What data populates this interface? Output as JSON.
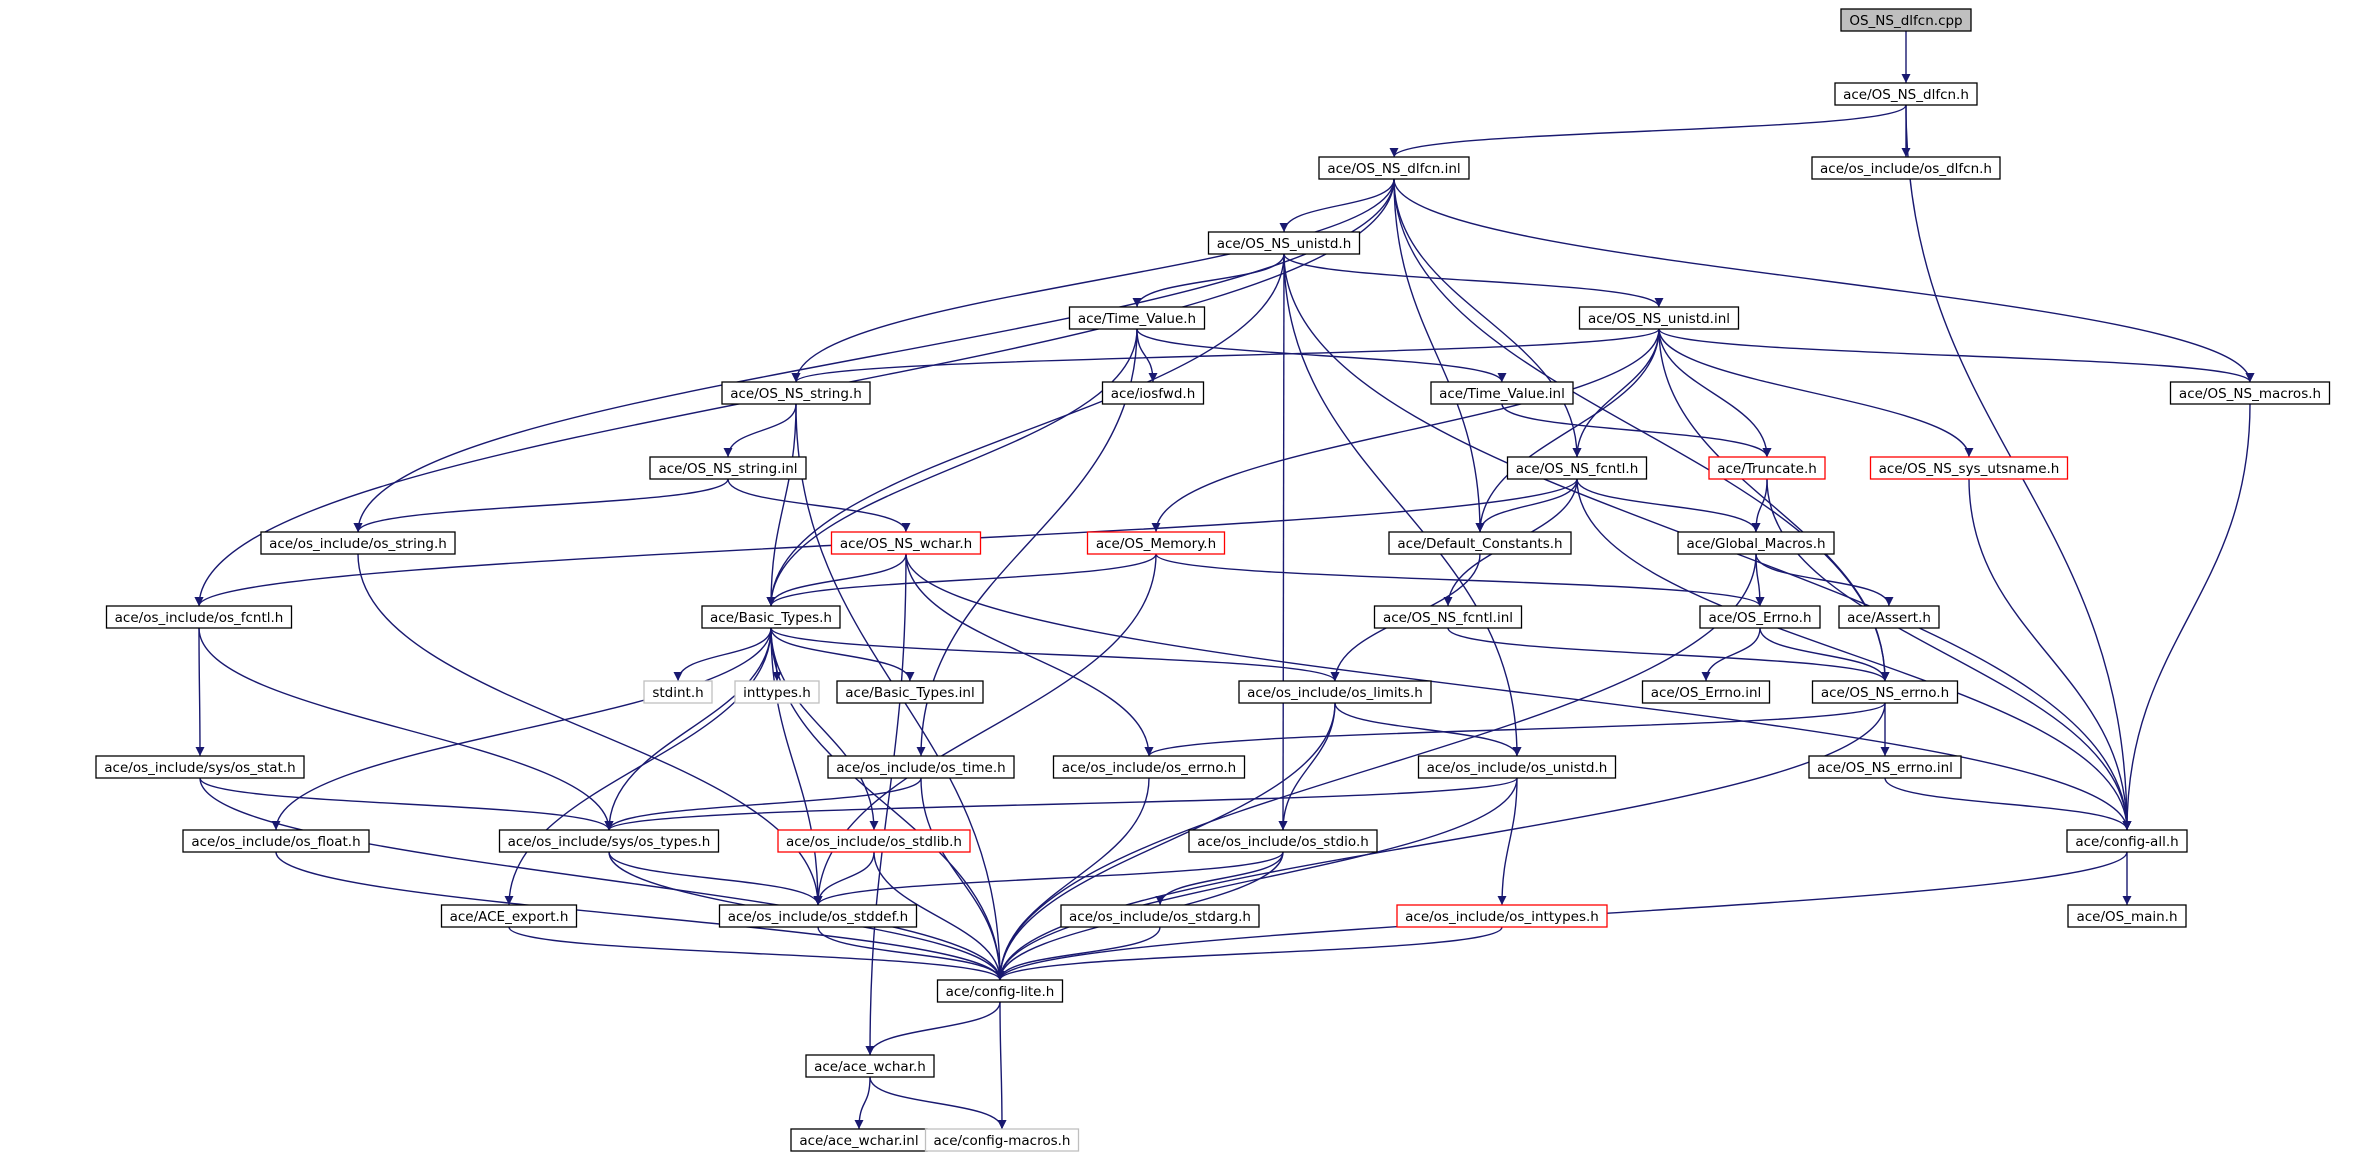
{
  "colors": {
    "edge": "#191970",
    "box_border_normal": "#000000",
    "box_border_truncated": "#ff0000",
    "box_border_external": "#bfbfbf",
    "root_fill": "#bfbfbf"
  },
  "nodes": [
    {
      "id": "root",
      "label": "OS_NS_dlfcn.cpp",
      "kind": "root"
    },
    {
      "id": "dlfcn_h",
      "label": "ace/OS_NS_dlfcn.h",
      "kind": "normal"
    },
    {
      "id": "os_dlfcn",
      "label": "ace/os_include/os_dlfcn.h",
      "kind": "normal"
    },
    {
      "id": "dlfcn_inl",
      "label": "ace/OS_NS_dlfcn.inl",
      "kind": "normal"
    },
    {
      "id": "unistd_h",
      "label": "ace/OS_NS_unistd.h",
      "kind": "normal"
    },
    {
      "id": "tv_h",
      "label": "ace/Time_Value.h",
      "kind": "normal"
    },
    {
      "id": "unistd_inl",
      "label": "ace/OS_NS_unistd.inl",
      "kind": "normal"
    },
    {
      "id": "string_h",
      "label": "ace/OS_NS_string.h",
      "kind": "normal"
    },
    {
      "id": "iosfwd",
      "label": "ace/iosfwd.h",
      "kind": "normal"
    },
    {
      "id": "tv_inl",
      "label": "ace/Time_Value.inl",
      "kind": "normal"
    },
    {
      "id": "macros",
      "label": "ace/OS_NS_macros.h",
      "kind": "normal"
    },
    {
      "id": "string_inl",
      "label": "ace/OS_NS_string.inl",
      "kind": "normal"
    },
    {
      "id": "fcntl_h",
      "label": "ace/OS_NS_fcntl.h",
      "kind": "normal"
    },
    {
      "id": "truncate",
      "label": "ace/Truncate.h",
      "kind": "truncated"
    },
    {
      "id": "utsname",
      "label": "ace/OS_NS_sys_utsname.h",
      "kind": "truncated"
    },
    {
      "id": "os_string",
      "label": "ace/os_include/os_string.h",
      "kind": "normal"
    },
    {
      "id": "wchar_h",
      "label": "ace/OS_NS_wchar.h",
      "kind": "truncated"
    },
    {
      "id": "memory",
      "label": "ace/OS_Memory.h",
      "kind": "truncated"
    },
    {
      "id": "defconst",
      "label": "ace/Default_Constants.h",
      "kind": "normal"
    },
    {
      "id": "globmac",
      "label": "ace/Global_Macros.h",
      "kind": "normal"
    },
    {
      "id": "os_fcntl",
      "label": "ace/os_include/os_fcntl.h",
      "kind": "normal"
    },
    {
      "id": "basic",
      "label": "ace/Basic_Types.h",
      "kind": "normal"
    },
    {
      "id": "fcntl_inl",
      "label": "ace/OS_NS_fcntl.inl",
      "kind": "normal"
    },
    {
      "id": "oserrno",
      "label": "ace/OS_Errno.h",
      "kind": "normal"
    },
    {
      "id": "assert",
      "label": "ace/Assert.h",
      "kind": "normal"
    },
    {
      "id": "stdint",
      "label": "stdint.h",
      "kind": "external"
    },
    {
      "id": "inttypes",
      "label": "inttypes.h",
      "kind": "external"
    },
    {
      "id": "basic_inl",
      "label": "ace/Basic_Types.inl",
      "kind": "normal"
    },
    {
      "id": "os_limits",
      "label": "ace/os_include/os_limits.h",
      "kind": "normal"
    },
    {
      "id": "errno_inl",
      "label": "ace/OS_Errno.inl",
      "kind": "normal"
    },
    {
      "id": "nserrno_h",
      "label": "ace/OS_NS_errno.h",
      "kind": "normal"
    },
    {
      "id": "sysstat",
      "label": "ace/os_include/sys/os_stat.h",
      "kind": "normal"
    },
    {
      "id": "os_time",
      "label": "ace/os_include/os_time.h",
      "kind": "normal"
    },
    {
      "id": "os_errno",
      "label": "ace/os_include/os_errno.h",
      "kind": "normal"
    },
    {
      "id": "os_unistd",
      "label": "ace/os_include/os_unistd.h",
      "kind": "normal"
    },
    {
      "id": "nserrno_inl",
      "label": "ace/OS_NS_errno.inl",
      "kind": "normal"
    },
    {
      "id": "os_float",
      "label": "ace/os_include/os_float.h",
      "kind": "normal"
    },
    {
      "id": "systypes",
      "label": "ace/os_include/sys/os_types.h",
      "kind": "normal"
    },
    {
      "id": "os_stdlib",
      "label": "ace/os_include/os_stdlib.h",
      "kind": "truncated"
    },
    {
      "id": "os_stdio",
      "label": "ace/os_include/os_stdio.h",
      "kind": "normal"
    },
    {
      "id": "config_all",
      "label": "ace/config-all.h",
      "kind": "normal"
    },
    {
      "id": "ace_export",
      "label": "ace/ACE_export.h",
      "kind": "normal"
    },
    {
      "id": "os_stddef",
      "label": "ace/os_include/os_stddef.h",
      "kind": "normal"
    },
    {
      "id": "os_stdarg",
      "label": "ace/os_include/os_stdarg.h",
      "kind": "normal"
    },
    {
      "id": "os_inttypes",
      "label": "ace/os_include/os_inttypes.h",
      "kind": "truncated"
    },
    {
      "id": "os_main",
      "label": "ace/OS_main.h",
      "kind": "normal"
    },
    {
      "id": "config_lite",
      "label": "ace/config-lite.h",
      "kind": "normal"
    },
    {
      "id": "ace_wchar",
      "label": "ace/ace_wchar.h",
      "kind": "normal"
    },
    {
      "id": "ace_wchar_inl",
      "label": "ace/ace_wchar.inl",
      "kind": "normal"
    },
    {
      "id": "config_macros",
      "label": "ace/config-macros.h",
      "kind": "external"
    }
  ],
  "edges": [
    [
      "root",
      "dlfcn_h"
    ],
    [
      "dlfcn_h",
      "dlfcn_inl"
    ],
    [
      "dlfcn_h",
      "os_dlfcn"
    ],
    [
      "dlfcn_h",
      "config_all"
    ],
    [
      "dlfcn_inl",
      "unistd_h"
    ],
    [
      "dlfcn_inl",
      "string_h"
    ],
    [
      "dlfcn_inl",
      "os_string"
    ],
    [
      "dlfcn_inl",
      "os_fcntl"
    ],
    [
      "dlfcn_inl",
      "defconst"
    ],
    [
      "dlfcn_inl",
      "fcntl_h"
    ],
    [
      "dlfcn_inl",
      "macros"
    ],
    [
      "dlfcn_inl",
      "nserrno_h"
    ],
    [
      "unistd_h",
      "tv_h"
    ],
    [
      "unistd_h",
      "unistd_inl"
    ],
    [
      "unistd_h",
      "basic"
    ],
    [
      "unistd_h",
      "os_stdio"
    ],
    [
      "unistd_h",
      "os_unistd"
    ],
    [
      "unistd_h",
      "config_all"
    ],
    [
      "tv_h",
      "iosfwd"
    ],
    [
      "tv_h",
      "tv_inl"
    ],
    [
      "tv_h",
      "basic"
    ],
    [
      "tv_h",
      "os_time"
    ],
    [
      "unistd_inl",
      "string_h"
    ],
    [
      "unistd_inl",
      "macros"
    ],
    [
      "unistd_inl",
      "fcntl_h"
    ],
    [
      "unistd_inl",
      "truncate"
    ],
    [
      "unistd_inl",
      "utsname"
    ],
    [
      "unistd_inl",
      "memory"
    ],
    [
      "unistd_inl",
      "defconst"
    ],
    [
      "unistd_inl",
      "nserrno_h"
    ],
    [
      "tv_inl",
      "truncate"
    ],
    [
      "string_h",
      "string_inl"
    ],
    [
      "string_h",
      "basic"
    ],
    [
      "string_h",
      "config_lite"
    ],
    [
      "string_inl",
      "os_string"
    ],
    [
      "string_inl",
      "wchar_h"
    ],
    [
      "macros",
      "config_all"
    ],
    [
      "fcntl_h",
      "defconst"
    ],
    [
      "fcntl_h",
      "globmac"
    ],
    [
      "fcntl_h",
      "fcntl_inl"
    ],
    [
      "fcntl_h",
      "os_fcntl"
    ],
    [
      "fcntl_h",
      "config_all"
    ],
    [
      "truncate",
      "globmac"
    ],
    [
      "truncate",
      "config_all"
    ],
    [
      "utsname",
      "config_all"
    ],
    [
      "os_string",
      "os_stddef"
    ],
    [
      "wchar_h",
      "basic"
    ],
    [
      "wchar_h",
      "os_errno"
    ],
    [
      "wchar_h",
      "ace_wchar"
    ],
    [
      "wchar_h",
      "config_all"
    ],
    [
      "memory",
      "basic"
    ],
    [
      "memory",
      "oserrno"
    ],
    [
      "memory",
      "os_stddef"
    ],
    [
      "defconst",
      "os_limits"
    ],
    [
      "globmac",
      "oserrno"
    ],
    [
      "globmac",
      "assert"
    ],
    [
      "globmac",
      "config_lite"
    ],
    [
      "os_fcntl",
      "sysstat"
    ],
    [
      "os_fcntl",
      "systypes"
    ],
    [
      "basic",
      "stdint"
    ],
    [
      "basic",
      "inttypes"
    ],
    [
      "basic",
      "basic_inl"
    ],
    [
      "basic",
      "os_limits"
    ],
    [
      "basic",
      "os_float"
    ],
    [
      "basic",
      "systypes"
    ],
    [
      "basic",
      "ace_export"
    ],
    [
      "basic",
      "os_stddef"
    ],
    [
      "basic",
      "os_stdlib"
    ],
    [
      "basic",
      "config_lite"
    ],
    [
      "fcntl_inl",
      "nserrno_h"
    ],
    [
      "oserrno",
      "errno_inl"
    ],
    [
      "oserrno",
      "nserrno_h"
    ],
    [
      "os_limits",
      "os_unistd"
    ],
    [
      "os_limits",
      "os_stdio"
    ],
    [
      "os_limits",
      "config_lite"
    ],
    [
      "nserrno_h",
      "nserrno_inl"
    ],
    [
      "nserrno_h",
      "os_errno"
    ],
    [
      "nserrno_h",
      "config_lite"
    ],
    [
      "sysstat",
      "systypes"
    ],
    [
      "sysstat",
      "config_lite"
    ],
    [
      "os_time",
      "systypes"
    ],
    [
      "os_time",
      "config_lite"
    ],
    [
      "os_errno",
      "config_lite"
    ],
    [
      "os_unistd",
      "systypes"
    ],
    [
      "os_unistd",
      "os_inttypes"
    ],
    [
      "os_unistd",
      "config_lite"
    ],
    [
      "nserrno_inl",
      "config_all"
    ],
    [
      "os_float",
      "config_lite"
    ],
    [
      "systypes",
      "os_stddef"
    ],
    [
      "systypes",
      "config_lite"
    ],
    [
      "os_stdlib",
      "os_stddef"
    ],
    [
      "os_stdlib",
      "config_lite"
    ],
    [
      "os_stdio",
      "os_stddef"
    ],
    [
      "os_stdio",
      "os_stdarg"
    ],
    [
      "os_stdio",
      "config_lite"
    ],
    [
      "config_all",
      "os_main"
    ],
    [
      "config_all",
      "config_lite"
    ],
    [
      "ace_export",
      "config_lite"
    ],
    [
      "os_stddef",
      "config_lite"
    ],
    [
      "os_stdarg",
      "config_lite"
    ],
    [
      "os_inttypes",
      "config_lite"
    ],
    [
      "config_lite",
      "ace_wchar"
    ],
    [
      "config_lite",
      "config_macros"
    ],
    [
      "ace_wchar",
      "ace_wchar_inl"
    ],
    [
      "ace_wchar",
      "config_macros"
    ]
  ]
}
